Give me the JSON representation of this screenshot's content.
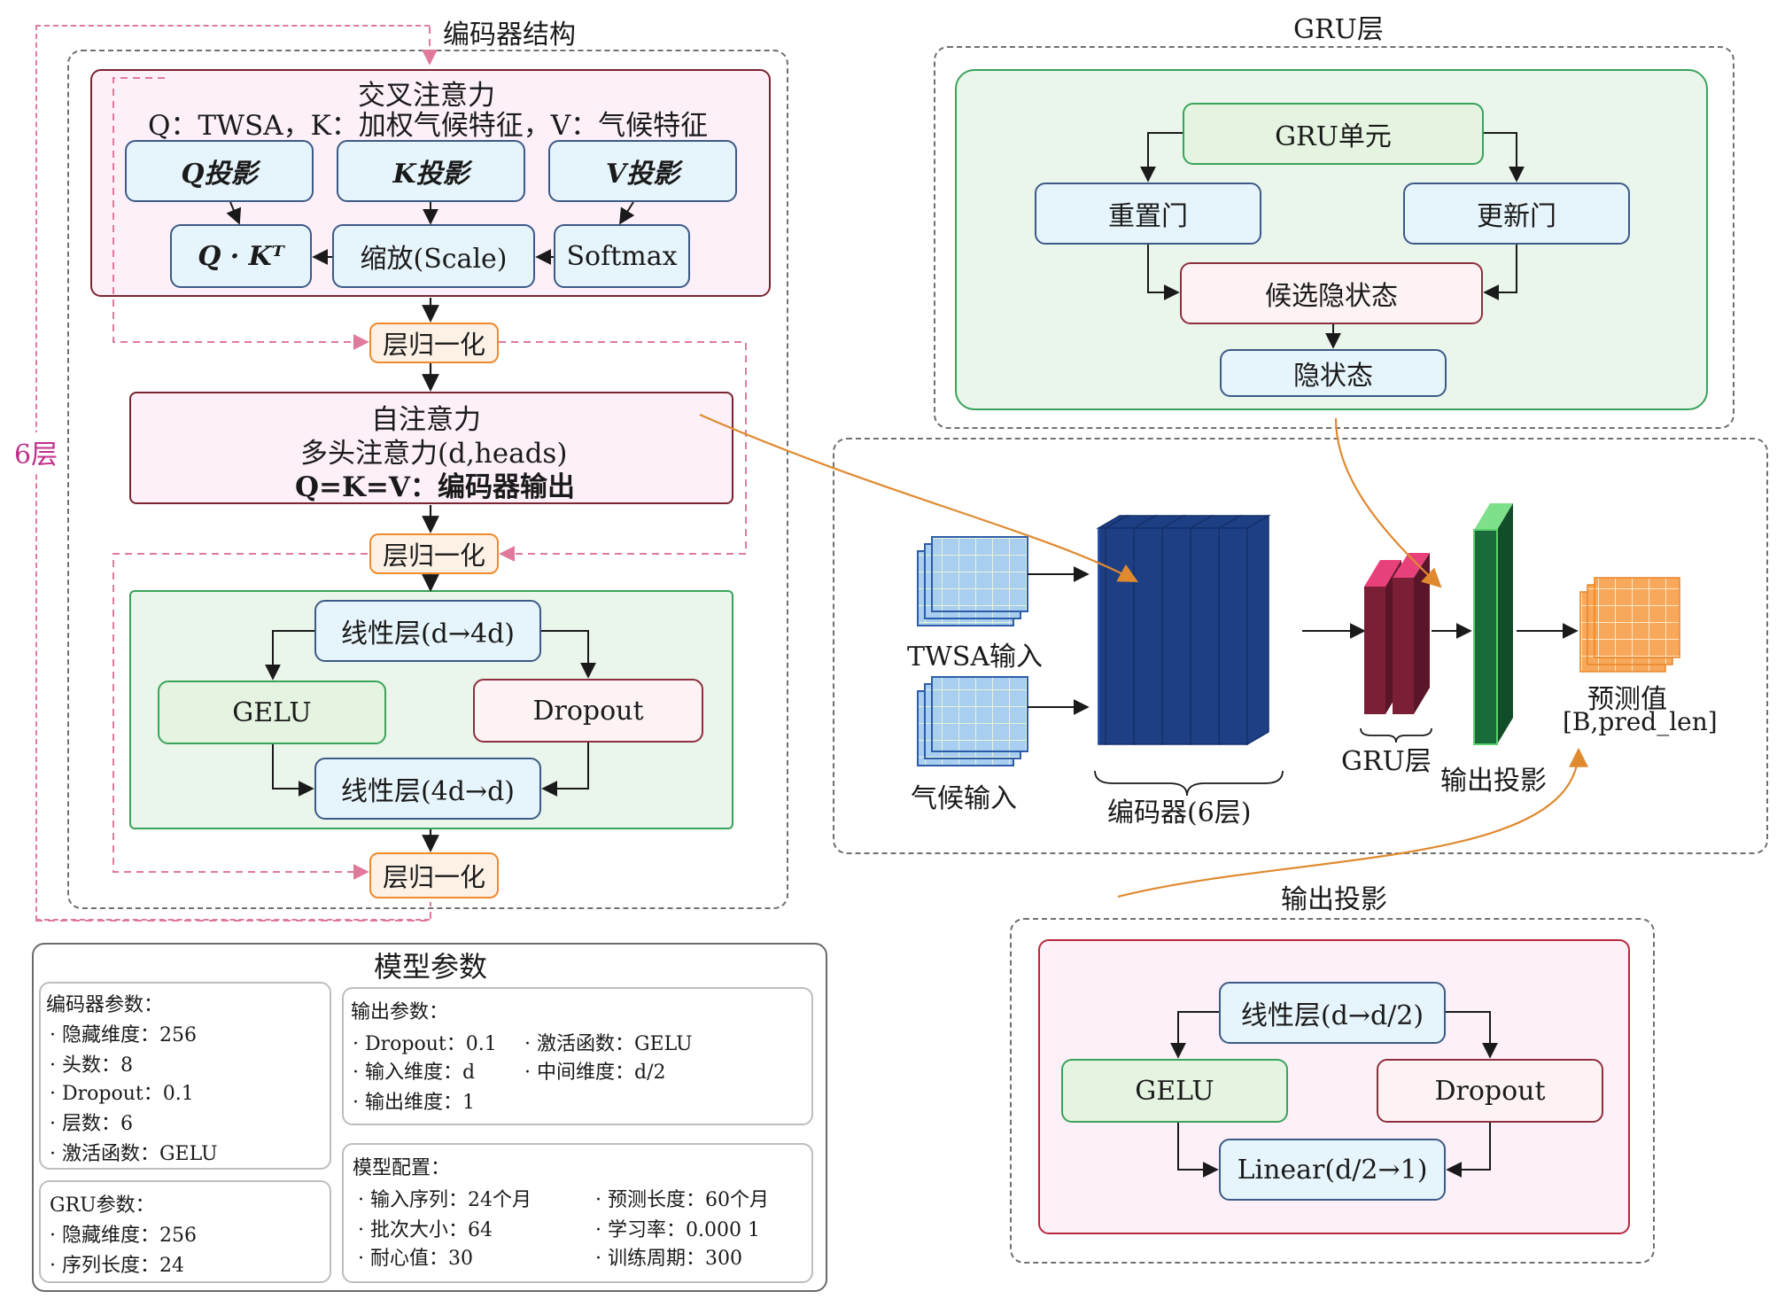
{
  "encoder": {
    "title": "编码器结构",
    "layers_label": "6层",
    "cross_attention": {
      "title": "交叉注意力",
      "subtitle": "Q：TWSA，K：加权气候特征，V：气候特征",
      "q_proj": "Q投影",
      "k_proj": "K投影",
      "v_proj": "V投影",
      "qk": "Q · Kᵀ",
      "scale": "缩放(Scale)",
      "softmax": "Softmax"
    },
    "layer_norm": "层归一化",
    "self_attention": {
      "title": "自注意力",
      "line2": "多头注意力(d,heads)",
      "line3": "Q=K=V：编码器输出"
    },
    "ffn": {
      "linear1": "线性层(d→4d)",
      "gelu": "GELU",
      "dropout": "Dropout",
      "linear2": "线性层(4d→d)"
    }
  },
  "gru_layer": {
    "title": "GRU层",
    "unit": "GRU单元",
    "reset": "重置门",
    "update": "更新门",
    "candidate": "候选隐状态",
    "hidden": "隐状态"
  },
  "overview": {
    "twsa_input": "TWSA输入",
    "climate_input": "气候输入",
    "encoder": "编码器(6层)",
    "gru": "GRU层",
    "output_proj": "输出投影",
    "prediction": "预测值",
    "prediction_shape": "[B,pred_len]"
  },
  "output_projection": {
    "title": "输出投影",
    "linear1": "线性层(d→d/2)",
    "gelu": "GELU",
    "dropout": "Dropout",
    "linear2": "Linear(d/2→1)"
  },
  "params": {
    "title": "模型参数",
    "encoder": {
      "title": "编码器参数：",
      "items": [
        "· 隐藏维度：256",
        "· 头数：8",
        "· Dropout：0.1",
        "· 层数：6",
        "· 激活函数：GELU"
      ]
    },
    "gru": {
      "title": "GRU参数：",
      "items": [
        "· 隐藏维度：256",
        "· 序列长度：24"
      ]
    },
    "output": {
      "title": "输出参数：",
      "items": [
        "· Dropout：0.1",
        "· 激活函数：GELU",
        "· 输入维度：d",
        "· 中间维度：d/2",
        "· 输出维度：1"
      ]
    },
    "config": {
      "title": "模型配置：",
      "items": [
        "· 输入序列：24个月",
        "· 预测长度：60个月",
        "· 批次大小：64",
        "· 学习率：0.000 1",
        "· 耐心值：30",
        "· 训练周期：300"
      ]
    }
  },
  "colors": {
    "blue_fill": "#e6f4fb",
    "blue_border": "#3c5a86",
    "green_fill": "#e5f4e0",
    "green_border": "#3aa35a",
    "rose_border": "#8d2f3f",
    "orange_border": "#f08a2c",
    "pink_dash": "#e07a9a",
    "encoder_block": "#1f3f85",
    "gru_block": "#7a1f35",
    "proj_block": "#1a6b3a",
    "pred_block": "#f7a85a"
  }
}
